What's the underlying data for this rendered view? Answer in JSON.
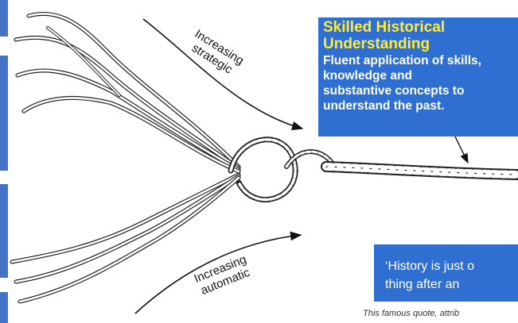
{
  "arrows": {
    "top_label": "Increasing\nstrategic",
    "bottom_label": "Increasing\nautomatic"
  },
  "callout": {
    "title": "Skilled Historical\nUnderstanding",
    "body": "Fluent application of skills,\nknowledge and\nsubstantive concepts to\nunderstand the past."
  },
  "quote": {
    "text": "‘History is just o\n   thing after an"
  },
  "footnote": {
    "text": "This famous quote, attrib"
  },
  "colors": {
    "accent_blue": "#2e6fd1",
    "side_tab_blue": "#4472c4",
    "title_yellow": "#ffeb3b"
  }
}
